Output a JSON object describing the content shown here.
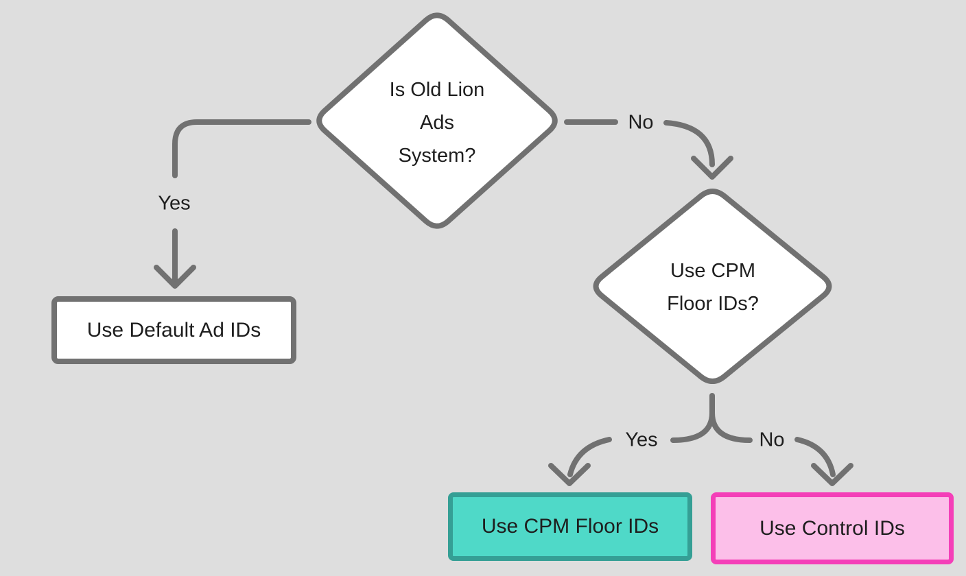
{
  "canvas": {
    "background": "#dedede",
    "stroke": "#717171",
    "text_color": "#1e1e1e"
  },
  "nodes": {
    "decision_old_lion": {
      "lines": [
        "Is Old Lion",
        "Ads",
        "System?"
      ],
      "fill": "#ffffff"
    },
    "decision_cpm_floor": {
      "lines": [
        "Use CPM",
        "Floor IDs?"
      ],
      "fill": "#ffffff"
    },
    "default_ad_ids": {
      "label": "Use Default Ad IDs",
      "fill": "#ffffff",
      "border": "#717171"
    },
    "cpm_floor_ids": {
      "label": "Use CPM Floor IDs",
      "fill": "#4fd9c8",
      "border": "#359f95"
    },
    "control_ids": {
      "label": "Use Control IDs",
      "fill": "#fcbfe9",
      "border": "#f43fb8"
    }
  },
  "edges": {
    "old_lion_yes": {
      "label": "Yes"
    },
    "old_lion_no": {
      "label": "No"
    },
    "cpm_yes": {
      "label": "Yes"
    },
    "cpm_no": {
      "label": "No"
    }
  }
}
